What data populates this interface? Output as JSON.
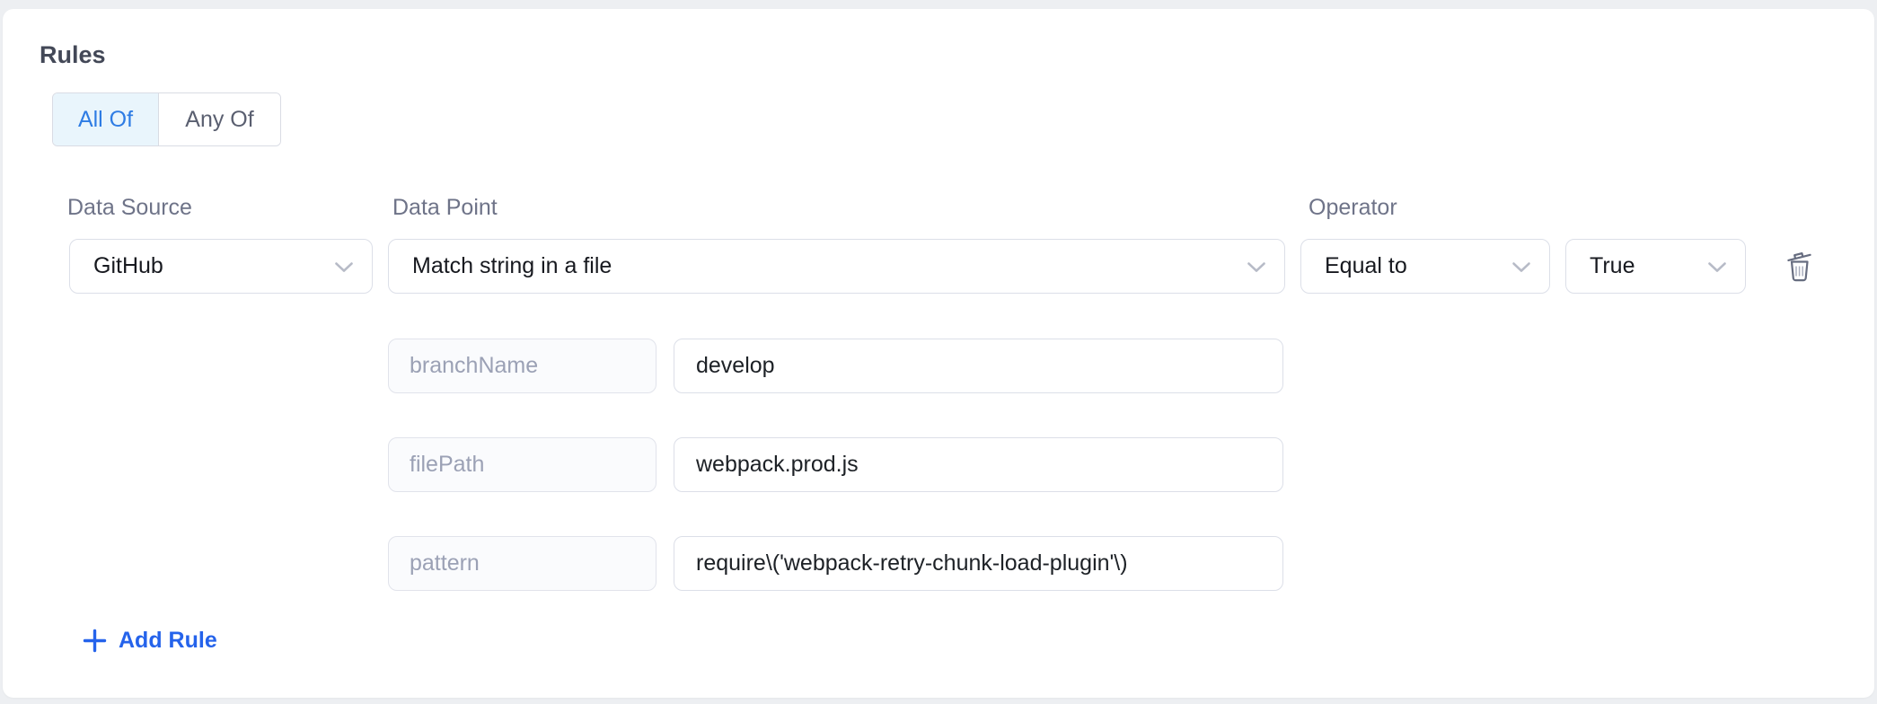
{
  "rules": {
    "title": "Rules",
    "match_modes": [
      {
        "label": "All Of",
        "selected": true
      },
      {
        "label": "Any Of",
        "selected": false
      }
    ],
    "rule": {
      "data_source": {
        "label": "Data Source",
        "value": "GitHub"
      },
      "data_point": {
        "label": "Data Point",
        "value": "Match string in a file"
      },
      "operator": {
        "label": "Operator",
        "value": "Equal to"
      },
      "expected": {
        "value": "True"
      },
      "params": [
        {
          "key": "branchName",
          "value": "develop"
        },
        {
          "key": "filePath",
          "value": "webpack.prod.js"
        },
        {
          "key": "pattern",
          "value": "require\\('webpack-retry-chunk-load-plugin'\\)"
        }
      ]
    },
    "add_rule_label": "Add Rule",
    "colors": {
      "accent_blue": "#2e7ce4",
      "link_blue": "#2563eb",
      "selected_segment_bg": "#e9f5fc",
      "label_gray": "#6e7388",
      "border_gray": "#dcdfe8"
    }
  }
}
